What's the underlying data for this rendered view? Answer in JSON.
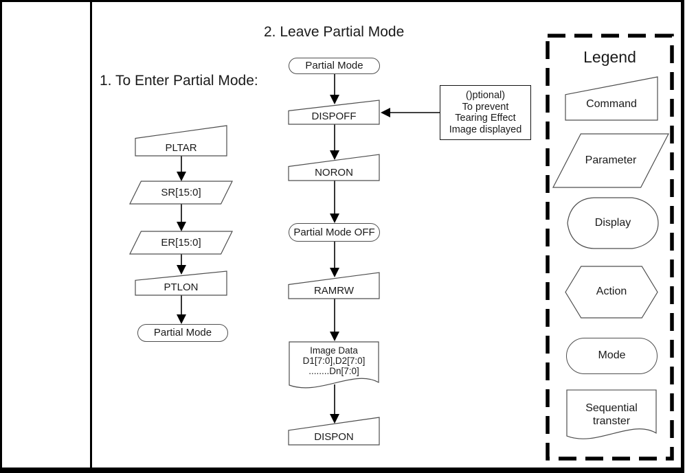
{
  "titles": {
    "leave": "2. Leave Partial Mode",
    "enter": "1. To Enter Partial Mode:"
  },
  "enter_flow": {
    "nodes": [
      {
        "label": "PLTAR",
        "type": "command"
      },
      {
        "label": "SR[15:0]",
        "type": "parameter"
      },
      {
        "label": "ER[15:0]",
        "type": "parameter"
      },
      {
        "label": "PTLON",
        "type": "command"
      },
      {
        "label": "Partial Mode",
        "type": "mode"
      }
    ]
  },
  "leave_flow": {
    "nodes": [
      {
        "label": "Partial Mode",
        "type": "mode"
      },
      {
        "label": "DISPOFF",
        "type": "command"
      },
      {
        "label": "NORON",
        "type": "command"
      },
      {
        "label": "Partial Mode OFF",
        "type": "mode"
      },
      {
        "label": "RAMRW",
        "type": "command"
      },
      {
        "label": "Image Data\nD1[7:0],D2[7:0]\n........Dn[7:0]",
        "type": "sequential-transfer"
      },
      {
        "label": "DISPON",
        "type": "command"
      }
    ],
    "note": "()ptional)\nTo prevent\nTearing Effect\nImage displayed"
  },
  "legend": {
    "title": "Legend",
    "items": [
      {
        "label": "Command",
        "shape": "command"
      },
      {
        "label": "Parameter",
        "shape": "parameter"
      },
      {
        "label": "Display",
        "shape": "display"
      },
      {
        "label": "Action",
        "shape": "action"
      },
      {
        "label": "Mode",
        "shape": "mode"
      },
      {
        "label": "Sequential\ntranster",
        "shape": "sequential-transfer"
      }
    ]
  },
  "colors": {
    "frame": "#000000",
    "shape_stroke": "#4d4d4d",
    "arrow": "#000000"
  }
}
